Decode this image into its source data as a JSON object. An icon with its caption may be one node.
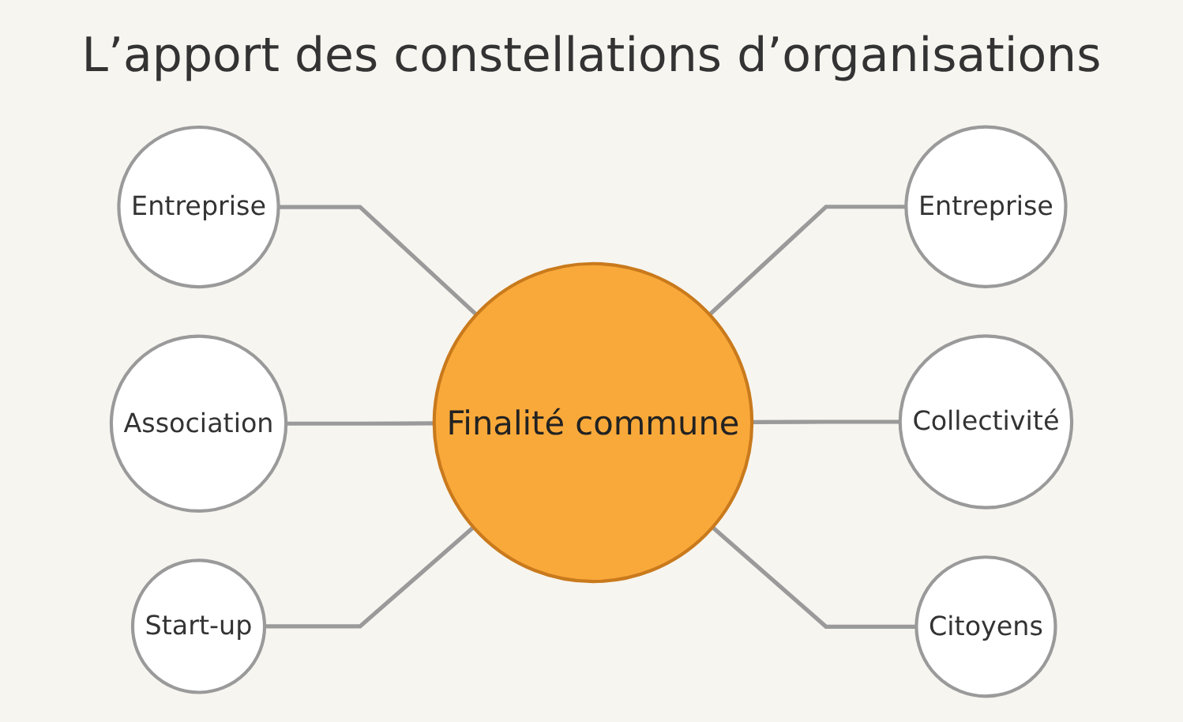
{
  "diagram": {
    "title": "L’apport des constellations d’organisations",
    "nodes": [
      {
        "text": [
          "Entreprise"
        ]
      },
      {
        "text": [
          "Entreprise"
        ]
      },
      {
        "text": [
          "Finalité commune"
        ]
      },
      {
        "text": [
          "Collectivité"
        ]
      },
      {
        "text": [
          "Association"
        ]
      },
      {
        "text": [
          "Citoyens"
        ]
      },
      {
        "text": [
          "Start-up"
        ]
      }
    ],
    "edges": [
      {
        "from": 0,
        "to": 2,
        "arrow": "none"
      },
      {
        "from": 2,
        "to": 1,
        "arrow": "none"
      },
      {
        "from": 2,
        "to": 3,
        "arrow": "none"
      },
      {
        "from": 4,
        "to": 2,
        "arrow": "none"
      },
      {
        "from": 2,
        "to": 5,
        "arrow": "none"
      },
      {
        "from": 6,
        "to": 2,
        "arrow": "none"
      }
    ]
  }
}
